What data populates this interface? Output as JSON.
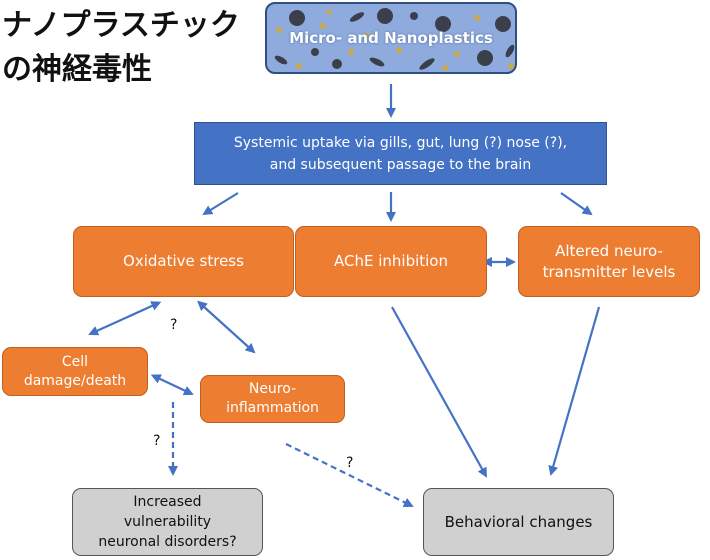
{
  "title": {
    "line1": "ナノプラスチック",
    "line2": "の神経毒性"
  },
  "boxes": {
    "plastics": "Micro- and Nanoplastics",
    "uptake": "Systemic uptake via gills, gut, lung (?) nose (?),\nand subsequent passage to the brain",
    "oxidative_stress": "Oxidative stress",
    "ache_inhibition": "AChE inhibition",
    "altered_neurotransmitter": "Altered neuro-\ntransmitter levels",
    "cell_damage": "Cell\ndamage/death",
    "neuroinflammation": "Neuro-\ninflammation",
    "vulnerability": "Increased\nvulnerability\nneuronal disorders?",
    "behavioral": "Behavioral changes"
  },
  "uncertain_links": {
    "oxidative_to_cell": "?",
    "cell_to_vulnerability": "?",
    "neuro_to_behavioral": "?"
  },
  "colors": {
    "plastics_fill": "#8faadc",
    "uptake_fill": "#4472c4",
    "effect_fill": "#ed7d31",
    "outcome_fill": "#d0d0d0",
    "arrow": "#4472c4"
  }
}
